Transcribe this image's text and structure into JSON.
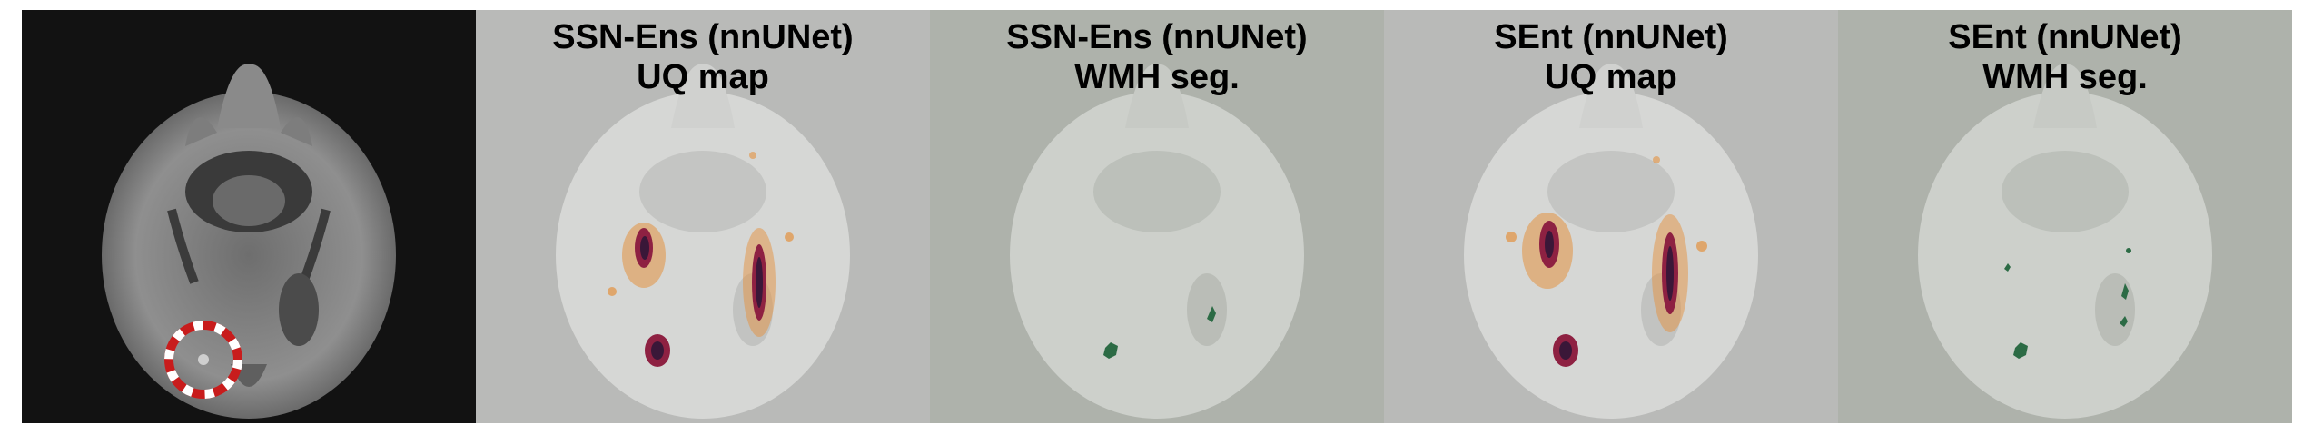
{
  "figure": {
    "panels": [
      {
        "id": "flair",
        "title_line1": "",
        "title_line2": "",
        "background": "#121212",
        "overlay": "none",
        "highlight_circle": true
      },
      {
        "id": "ssn-uq",
        "title_line1": "SSN-Ens (nnUNet)",
        "title_line2": "UQ map",
        "background": "#b9bab8",
        "overlay": "uq"
      },
      {
        "id": "ssn-seg",
        "title_line1": "SSN-Ens (nnUNet)",
        "title_line2": "WMH seg.",
        "background": "#aeb2ab",
        "overlay": "seg"
      },
      {
        "id": "sent-uq",
        "title_line1": "SEnt (nnUNet)",
        "title_line2": "UQ map",
        "background": "#b9bab8",
        "overlay": "uq"
      },
      {
        "id": "sent-seg",
        "title_line1": "SEnt (nnUNet)",
        "title_line2": "WMH seg.",
        "background": "#aeb2ab",
        "overlay": "seg"
      }
    ],
    "colors": {
      "uq_core": "#3a1738",
      "uq_mid": "#8e2142",
      "uq_halo": "#e3913f",
      "seg": "#2c6b45",
      "circle_red": "#c81c1c",
      "circle_white": "#ffffff"
    }
  }
}
